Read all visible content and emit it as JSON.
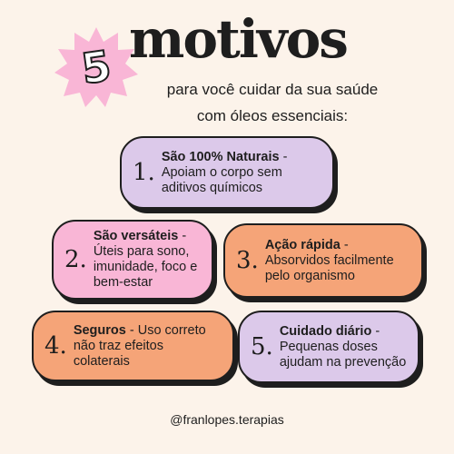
{
  "header": {
    "number": "5",
    "title": "motivos",
    "subtitle_line1": "para você cuidar da sua saúde",
    "subtitle_line2": "com óleos essenciais:"
  },
  "cards": [
    {
      "num": "1.",
      "title": "São 100% Naturais",
      "sep": " - ",
      "body": "Apoiam o corpo sem aditivos químicos",
      "color": "#dcc9ea"
    },
    {
      "num": "2.",
      "title": "São versáteis",
      "sep": " - ",
      "body": "Úteis para sono, imunidade, foco e bem-estar",
      "color": "#f9b6d6"
    },
    {
      "num": "3.",
      "title": "Ação rápida",
      "sep": " - ",
      "body": "Absorvidos facilmente pelo organismo",
      "color": "#f5a478"
    },
    {
      "num": "4.",
      "title": "Seguros",
      "sep": " - ",
      "body": "Uso correto não traz efeitos colaterais",
      "color": "#f5a478"
    },
    {
      "num": "5.",
      "title": "Cuidado diário",
      "sep": " - ",
      "body": "Pequenas doses ajudam na prevenção",
      "color": "#dcc9ea"
    }
  ],
  "footer": {
    "handle": "@franlopes.terapias"
  },
  "colors": {
    "background": "#fcf3ea",
    "badge": "#f9b6d6",
    "ink": "#1e1e1e"
  }
}
